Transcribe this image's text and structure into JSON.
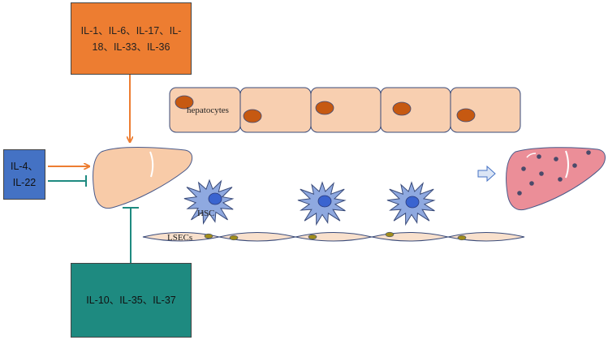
{
  "boxes": {
    "top": {
      "text": "IL-1、IL-6、IL-17、IL-18、IL-33、IL-36",
      "color": "#ed7d31"
    },
    "left": {
      "line1": "IL-4、",
      "line2": "IL-22",
      "color": "#4472c4"
    },
    "bottom": {
      "text": "IL-10、IL-35、IL-37",
      "color": "#1e8a80"
    }
  },
  "labels": {
    "hepatocytes": "hepatocytes",
    "hsc": "HSC",
    "lsecs": "LSECs"
  },
  "colors": {
    "cell_fill": "#f8cfb0",
    "nucleus": "#c65911",
    "hsc_fill": "#8fa9e0",
    "hsc_nucleus": "#3a64d0",
    "healthy_liver": "#f8cba8",
    "fibrotic_liver": "#eb8e98"
  }
}
